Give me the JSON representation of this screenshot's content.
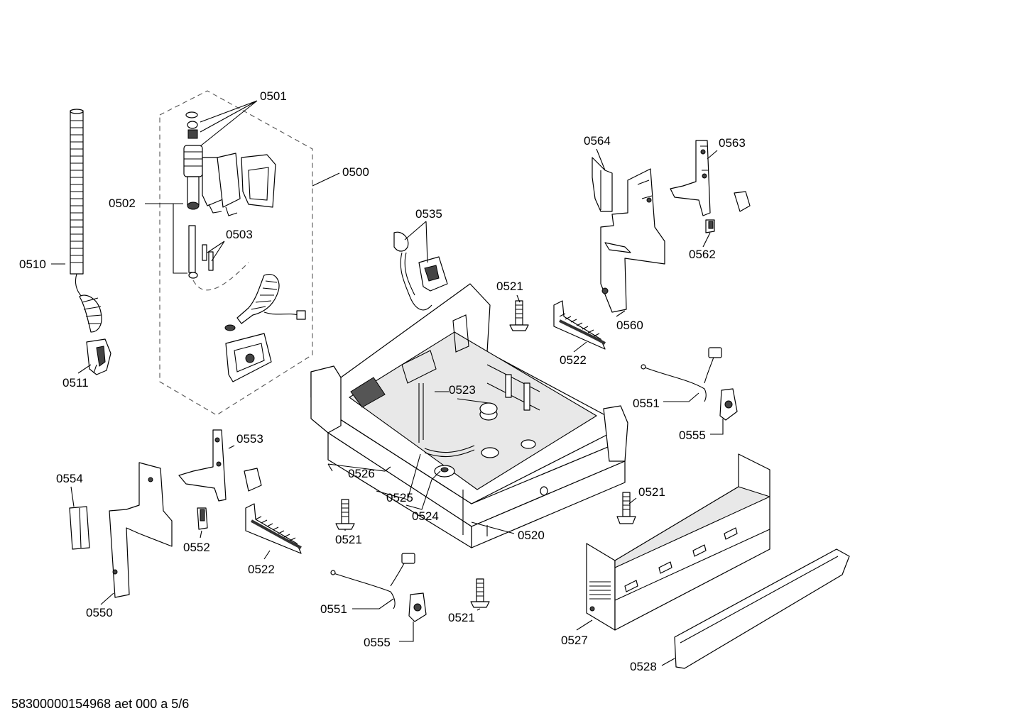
{
  "labels": {
    "l0501": "0501",
    "l0500": "0500",
    "l0502": "0502",
    "l0503": "0503",
    "l0510": "0510",
    "l0511": "0511",
    "l0535": "0535",
    "l0564": "0564",
    "l0563": "0563",
    "l0562": "0562",
    "l0521a": "0521",
    "l0560": "0560",
    "l0522a": "0522",
    "l0523": "0523",
    "l0551a": "0551",
    "l0555a": "0555",
    "l0553": "0553",
    "l0554": "0554",
    "l0526": "0526",
    "l0525": "0525",
    "l0524": "0524",
    "l0520": "0520",
    "l0521b": "0521",
    "l0521c": "0521",
    "l0552": "0552",
    "l0522b": "0522",
    "l0550": "0550",
    "l0551b": "0551",
    "l0555b": "0555",
    "l0521d": "0521",
    "l0527": "0527",
    "l0528": "0528"
  },
  "footer": "58300000154968 aet 000 a 5/6"
}
